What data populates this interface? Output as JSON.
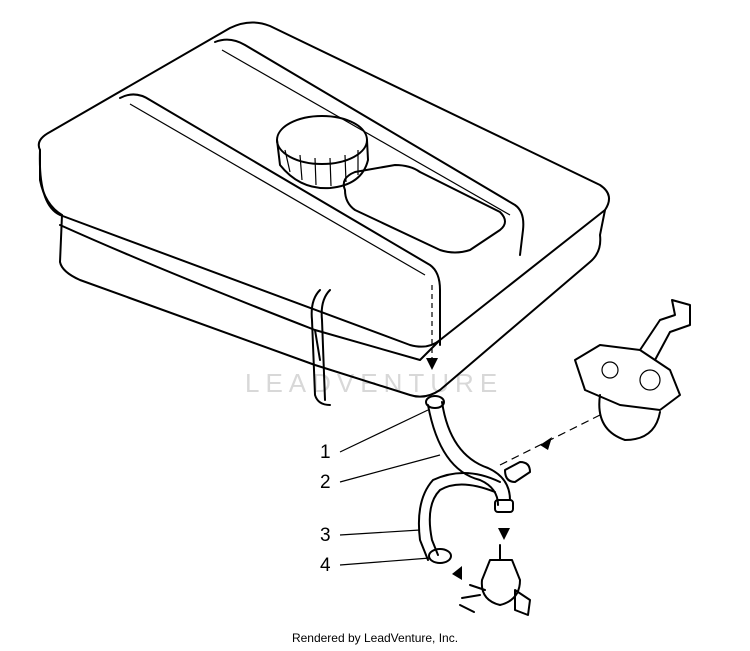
{
  "diagram": {
    "callouts": [
      "1",
      "2",
      "3",
      "4"
    ],
    "watermark": "LEADVENTURE",
    "parts": [
      "fuel-tank",
      "fuel-cap",
      "fuel-hose",
      "hose-clamp",
      "fuel-filter",
      "fuel-shutoff-valve",
      "carburetor"
    ]
  },
  "footer": {
    "text": "Rendered by LeadVenture, Inc."
  }
}
